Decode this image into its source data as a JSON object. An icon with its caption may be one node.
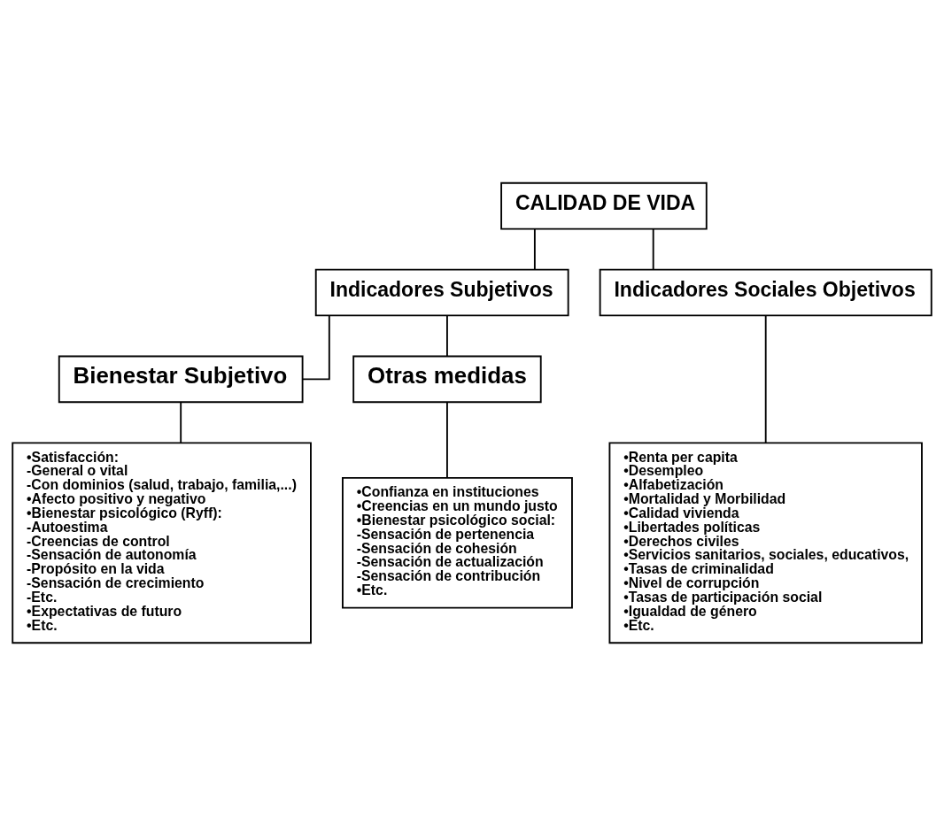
{
  "diagram": {
    "nodes": [
      {
        "text": [
          "CALIDAD DE VIDA"
        ]
      },
      {
        "text": [
          "Indicadores Subjetivos"
        ]
      },
      {
        "text": [
          "Indicadores Sociales Objetivos"
        ]
      },
      {
        "text": [
          "Bienestar Subjetivo"
        ]
      },
      {
        "text": [
          "Otras medidas"
        ]
      },
      {
        "text": [
          "•Satisfacción:",
          "-General o vital",
          "-Con dominios (salud, trabajo, familia,...)",
          "•Afecto positivo y negativo",
          "•Bienestar psicológico (Ryff):",
          "-Autoestima",
          "-Creencias de control",
          "-Sensación de autonomía",
          "-Propósito en la vida",
          "-Sensación de crecimiento",
          "-Etc.",
          "•Expectativas de futuro",
          "•Etc."
        ]
      },
      {
        "text": [
          "•Confianza en instituciones",
          "•Creencias en un mundo justo",
          "•Bienestar psicológico social:",
          "-Sensación de pertenencia",
          "-Sensación de cohesión",
          "-Sensación de actualización",
          "-Sensación de contribución",
          "•Etc."
        ]
      },
      {
        "text": [
          "•Renta per capita",
          "•Desempleo",
          "•Alfabetización",
          "•Mortalidad y Morbilidad",
          "•Calidad vivienda",
          "•Libertades políticas",
          "•Derechos civiles",
          "•Servicios sanitarios, sociales, educativos,",
          "•Tasas de criminalidad",
          "•Nivel de corrupción",
          "•Tasas de participación social",
          "•Igualdad de género",
          "•Etc."
        ]
      }
    ],
    "edges": [
      {
        "from": 0,
        "to": 1,
        "arrow": "none"
      },
      {
        "from": 0,
        "to": 2,
        "arrow": "none"
      },
      {
        "from": 1,
        "to": 3,
        "arrow": "none"
      },
      {
        "from": 1,
        "to": 4,
        "arrow": "none"
      },
      {
        "from": 3,
        "to": 5,
        "arrow": "none"
      },
      {
        "from": 4,
        "to": 6,
        "arrow": "none"
      },
      {
        "from": 2,
        "to": 7,
        "arrow": "none"
      }
    ]
  }
}
